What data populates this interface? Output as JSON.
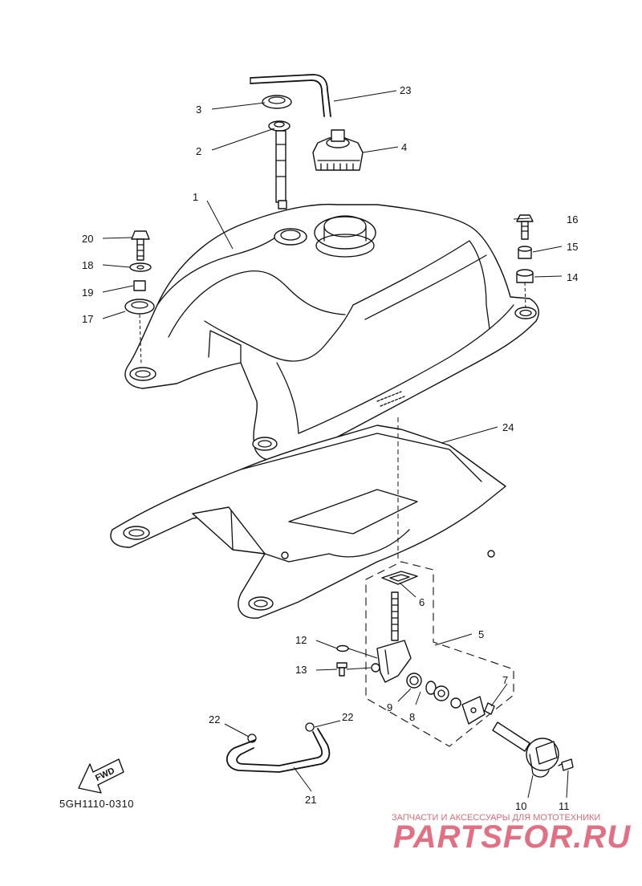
{
  "diagram": {
    "drawing_code": "5GH1110-0310",
    "direction_label": "FWD",
    "callouts": [
      {
        "id": "c1",
        "label": "1"
      },
      {
        "id": "c2",
        "label": "2"
      },
      {
        "id": "c3",
        "label": "3"
      },
      {
        "id": "c4",
        "label": "4"
      },
      {
        "id": "c5",
        "label": "5"
      },
      {
        "id": "c6",
        "label": "6"
      },
      {
        "id": "c7",
        "label": "7"
      },
      {
        "id": "c8",
        "label": "8"
      },
      {
        "id": "c9",
        "label": "9"
      },
      {
        "id": "c10",
        "label": "10"
      },
      {
        "id": "c11",
        "label": "11"
      },
      {
        "id": "c12",
        "label": "12"
      },
      {
        "id": "c13",
        "label": "13"
      },
      {
        "id": "c14",
        "label": "14"
      },
      {
        "id": "c15",
        "label": "15"
      },
      {
        "id": "c16",
        "label": "16"
      },
      {
        "id": "c17",
        "label": "17"
      },
      {
        "id": "c18",
        "label": "18"
      },
      {
        "id": "c19",
        "label": "19"
      },
      {
        "id": "c20",
        "label": "20"
      },
      {
        "id": "c21",
        "label": "21"
      },
      {
        "id": "c22a",
        "label": "22"
      },
      {
        "id": "c22b",
        "label": "22"
      },
      {
        "id": "c23",
        "label": "23"
      },
      {
        "id": "c24",
        "label": "24"
      }
    ]
  },
  "watermark": {
    "tagline": "ЗАПЧАСТИ И АКСЕССУАРЫ ДЛЯ МОТОТЕХНИКИ",
    "logo": "PARTSFOR.RU",
    "color": "#e36f82"
  }
}
